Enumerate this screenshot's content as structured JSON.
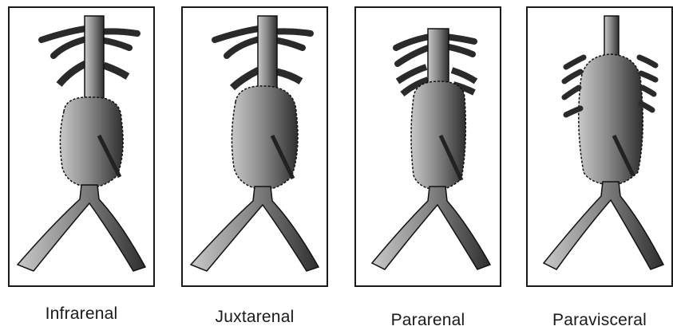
{
  "figure": {
    "panels": [
      {
        "label": "Infrarenal",
        "type": "infrarenal"
      },
      {
        "label": "Juxtarenal",
        "type": "juxtarenal"
      },
      {
        "label": "Pararenal",
        "type": "pararenal"
      },
      {
        "label": "Paravisceral",
        "type": "paravisceral"
      }
    ],
    "colors": {
      "vessel_light": "#a8a8a8",
      "vessel_dark": "#3a3a3a",
      "outline": "#111111",
      "frame": "#1a1a1a"
    }
  }
}
